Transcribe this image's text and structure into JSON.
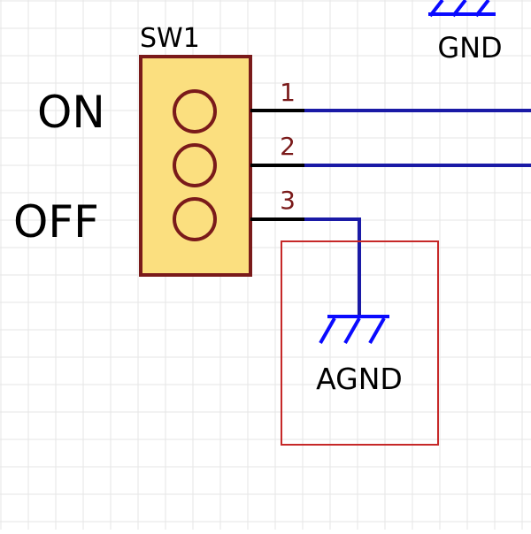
{
  "component": {
    "designator": "SW1",
    "state_labels": {
      "on": "ON",
      "off": "OFF"
    },
    "pins": [
      "1",
      "2",
      "3"
    ]
  },
  "power_symbols": {
    "gnd": "GND",
    "agnd": "AGND"
  },
  "colors": {
    "grid": "#e6e6e6",
    "body_fill": "#fbdf7f",
    "body_stroke": "#7a1a1a",
    "wire": "#1a1aa6",
    "pin_line": "#000000",
    "pin_number": "#7a1a1a",
    "ground_symbol": "#0a0aff",
    "selection_box": "#c62828",
    "text": "#000000"
  }
}
